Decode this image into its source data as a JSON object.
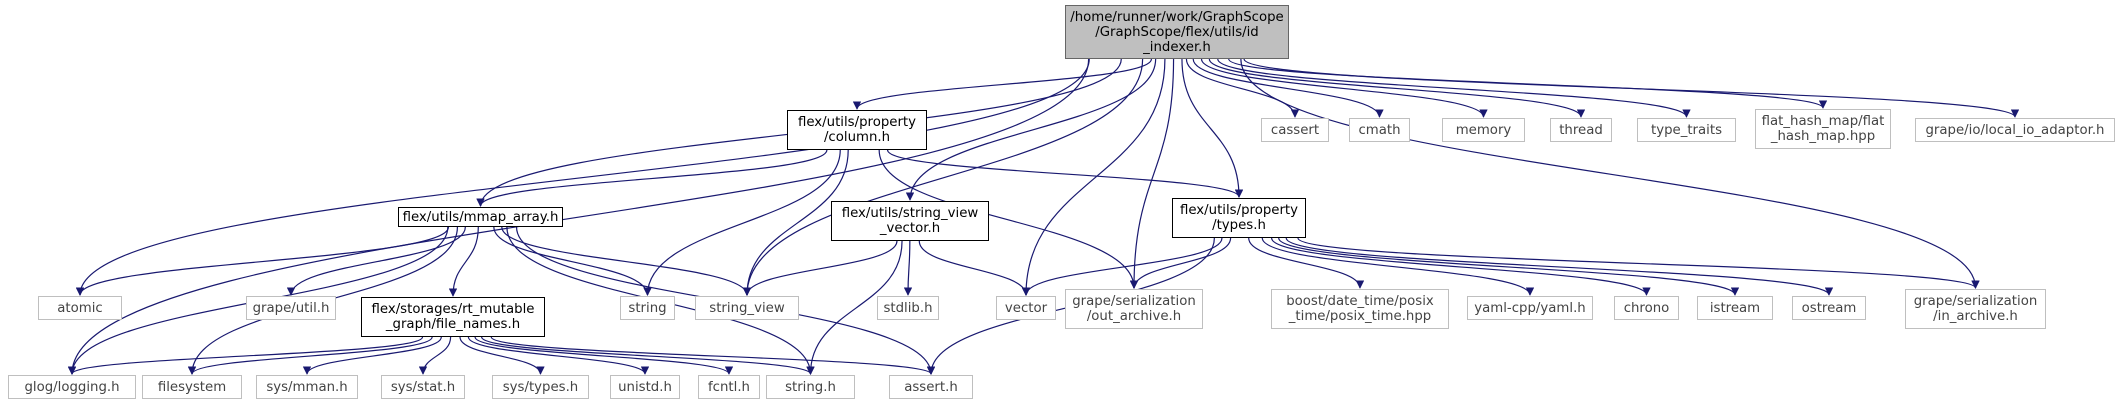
{
  "colors": {
    "edge": "#191970",
    "root_fill": "#bfbfbf",
    "documented_border": "#000000",
    "system_border": "#bfbfbf"
  },
  "nodes": [
    {
      "id": "root",
      "kind": "root",
      "lines": [
        "/home/runner/work/GraphScope",
        "/GraphScope/flex/utils/id",
        "_indexer.h"
      ]
    },
    {
      "id": "column",
      "kind": "doc",
      "lines": [
        "flex/utils/property",
        "/column.h"
      ]
    },
    {
      "id": "mmap",
      "kind": "doc",
      "lines": [
        "flex/utils/mmap_array.h"
      ]
    },
    {
      "id": "svvec",
      "kind": "doc",
      "lines": [
        "flex/utils/string_view",
        "_vector.h"
      ]
    },
    {
      "id": "types",
      "kind": "doc",
      "lines": [
        "flex/utils/property",
        "/types.h"
      ]
    },
    {
      "id": "filenames",
      "kind": "doc",
      "lines": [
        "flex/storages/rt_mutable",
        "_graph/file_names.h"
      ]
    },
    {
      "id": "cassert",
      "kind": "sys",
      "lines": [
        "cassert"
      ]
    },
    {
      "id": "cmath",
      "kind": "sys",
      "lines": [
        "cmath"
      ]
    },
    {
      "id": "memory",
      "kind": "sys",
      "lines": [
        "memory"
      ]
    },
    {
      "id": "thread",
      "kind": "sys",
      "lines": [
        "thread"
      ]
    },
    {
      "id": "type_traits",
      "kind": "sys",
      "lines": [
        "type_traits"
      ]
    },
    {
      "id": "flat_hash_map",
      "kind": "sys",
      "lines": [
        "flat_hash_map/flat",
        "_hash_map.hpp"
      ]
    },
    {
      "id": "local_io",
      "kind": "sys",
      "lines": [
        "grape/io/local_io_adaptor.h"
      ]
    },
    {
      "id": "atomic",
      "kind": "sys",
      "lines": [
        "atomic"
      ]
    },
    {
      "id": "grape_util",
      "kind": "sys",
      "lines": [
        "grape/util.h"
      ]
    },
    {
      "id": "string",
      "kind": "sys",
      "lines": [
        "string"
      ]
    },
    {
      "id": "string_view",
      "kind": "sys",
      "lines": [
        "string_view"
      ]
    },
    {
      "id": "stdlib",
      "kind": "sys",
      "lines": [
        "stdlib.h"
      ]
    },
    {
      "id": "vector",
      "kind": "sys",
      "lines": [
        "vector"
      ]
    },
    {
      "id": "out_archive",
      "kind": "sys",
      "lines": [
        "grape/serialization",
        "/out_archive.h"
      ]
    },
    {
      "id": "posix_time",
      "kind": "sys",
      "lines": [
        "boost/date_time/posix",
        "_time/posix_time.hpp"
      ]
    },
    {
      "id": "yaml",
      "kind": "sys",
      "lines": [
        "yaml-cpp/yaml.h"
      ]
    },
    {
      "id": "chrono",
      "kind": "sys",
      "lines": [
        "chrono"
      ]
    },
    {
      "id": "istream",
      "kind": "sys",
      "lines": [
        "istream"
      ]
    },
    {
      "id": "ostream",
      "kind": "sys",
      "lines": [
        "ostream"
      ]
    },
    {
      "id": "in_archive",
      "kind": "sys",
      "lines": [
        "grape/serialization",
        "/in_archive.h"
      ]
    },
    {
      "id": "glog",
      "kind": "sys",
      "lines": [
        "glog/logging.h"
      ]
    },
    {
      "id": "filesystem",
      "kind": "sys",
      "lines": [
        "filesystem"
      ]
    },
    {
      "id": "sys_mman",
      "kind": "sys",
      "lines": [
        "sys/mman.h"
      ]
    },
    {
      "id": "sys_stat",
      "kind": "sys",
      "lines": [
        "sys/stat.h"
      ]
    },
    {
      "id": "sys_types",
      "kind": "sys",
      "lines": [
        "sys/types.h"
      ]
    },
    {
      "id": "unistd",
      "kind": "sys",
      "lines": [
        "unistd.h"
      ]
    },
    {
      "id": "fcntl",
      "kind": "sys",
      "lines": [
        "fcntl.h"
      ]
    },
    {
      "id": "string_h",
      "kind": "sys",
      "lines": [
        "string.h"
      ]
    },
    {
      "id": "assert_h",
      "kind": "sys",
      "lines": [
        "assert.h"
      ]
    }
  ],
  "edges": [
    [
      "root",
      "column"
    ],
    [
      "root",
      "mmap"
    ],
    [
      "root",
      "svvec"
    ],
    [
      "root",
      "types"
    ],
    [
      "root",
      "cassert"
    ],
    [
      "root",
      "cmath"
    ],
    [
      "root",
      "memory"
    ],
    [
      "root",
      "thread"
    ],
    [
      "root",
      "type_traits"
    ],
    [
      "root",
      "flat_hash_map"
    ],
    [
      "root",
      "local_io"
    ],
    [
      "root",
      "atomic"
    ],
    [
      "root",
      "glog"
    ],
    [
      "root",
      "string_view"
    ],
    [
      "root",
      "vector"
    ],
    [
      "root",
      "out_archive"
    ],
    [
      "root",
      "in_archive"
    ],
    [
      "column",
      "mmap"
    ],
    [
      "column",
      "types"
    ],
    [
      "column",
      "string"
    ],
    [
      "column",
      "string_view"
    ],
    [
      "column",
      "out_archive"
    ],
    [
      "mmap",
      "atomic"
    ],
    [
      "mmap",
      "glog"
    ],
    [
      "mmap",
      "filesystem"
    ],
    [
      "mmap",
      "grape_util"
    ],
    [
      "mmap",
      "filenames"
    ],
    [
      "mmap",
      "string"
    ],
    [
      "mmap",
      "string_view"
    ],
    [
      "mmap",
      "string_h"
    ],
    [
      "mmap",
      "assert_h"
    ],
    [
      "svvec",
      "string_view"
    ],
    [
      "svvec",
      "stdlib"
    ],
    [
      "svvec",
      "vector"
    ],
    [
      "svvec",
      "string_h"
    ],
    [
      "types",
      "vector"
    ],
    [
      "types",
      "out_archive"
    ],
    [
      "types",
      "in_archive"
    ],
    [
      "types",
      "posix_time"
    ],
    [
      "types",
      "yaml"
    ],
    [
      "types",
      "chrono"
    ],
    [
      "types",
      "istream"
    ],
    [
      "types",
      "ostream"
    ],
    [
      "types",
      "assert_h"
    ],
    [
      "filenames",
      "glog"
    ],
    [
      "filenames",
      "filesystem"
    ],
    [
      "filenames",
      "sys_mman"
    ],
    [
      "filenames",
      "sys_stat"
    ],
    [
      "filenames",
      "sys_types"
    ],
    [
      "filenames",
      "unistd"
    ],
    [
      "filenames",
      "fcntl"
    ],
    [
      "filenames",
      "string_h"
    ],
    [
      "filenames",
      "assert_h"
    ]
  ]
}
